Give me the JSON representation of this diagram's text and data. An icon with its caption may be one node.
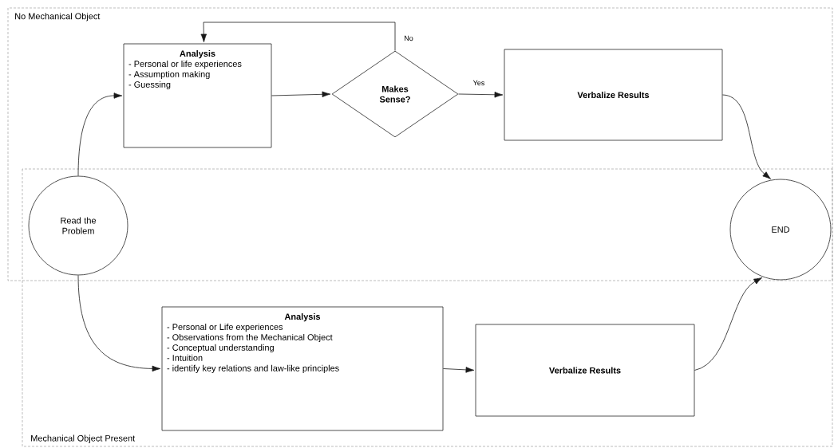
{
  "diagram": {
    "nodes": [
      {
        "text": [
          "No Mechanical Object"
        ]
      },
      {
        "text": [
          "Mechanical Object Present"
        ]
      },
      {
        "text": [
          "Read the Problem"
        ]
      },
      {
        "text": [
          "Analysis",
          "- Personal or life experiences",
          "- Assumption making",
          "- Guessing"
        ],
        "in": 0
      },
      {
        "text": [
          "Makes Sense?"
        ],
        "in": 0
      },
      {
        "text": [
          "Verbalize Results"
        ],
        "in": 0
      },
      {
        "text": [
          "END"
        ]
      },
      {
        "text": [
          "Analysis",
          "- Personal or Life experiences",
          "- Observations from the Mechanical Object",
          "- Conceptual understanding",
          "- Intuition",
          "- identify key relations and law-like principles"
        ],
        "in": 1
      },
      {
        "text": [
          "Verbalize Results"
        ],
        "in": 1
      }
    ],
    "edges": [
      {
        "from": 2,
        "to": 3,
        "arrow": "to"
      },
      {
        "from": 3,
        "to": 4,
        "arrow": "to"
      },
      {
        "from": 4,
        "to": 3,
        "arrow": "to",
        "label": "No"
      },
      {
        "from": 4,
        "to": 5,
        "arrow": "to",
        "label": "Yes"
      },
      {
        "from": 5,
        "to": 6,
        "arrow": "to"
      },
      {
        "from": 2,
        "to": 7,
        "arrow": "to"
      },
      {
        "from": 7,
        "to": 8,
        "arrow": "to"
      },
      {
        "from": 8,
        "to": 6,
        "arrow": "to"
      }
    ]
  }
}
